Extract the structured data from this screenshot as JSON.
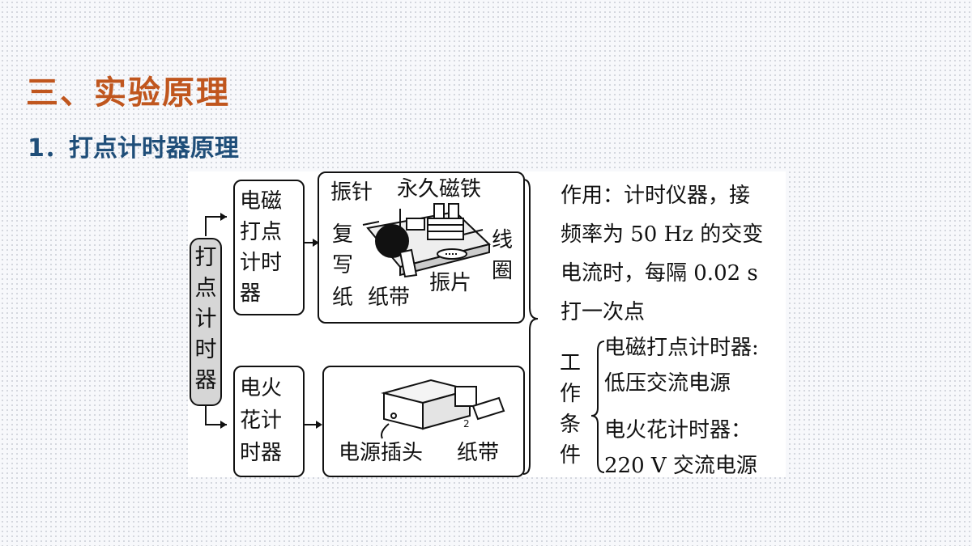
{
  "heading": "三、实验原理",
  "subheading": "1．打点计时器原理",
  "diagram": {
    "root": "打点计时器",
    "electromagnetic": {
      "name": "电磁打点计时器",
      "labels": {
        "needle": "振针",
        "magnet": "永久磁铁",
        "carbon1": "复",
        "carbon2": "写",
        "carbon3": "纸",
        "tape": "纸带",
        "reed": "振片",
        "coil": "线圈"
      }
    },
    "spark": {
      "name": "电火花计时器",
      "labels": {
        "plug": "电源插头",
        "tape": "纸带"
      }
    },
    "function": [
      "作用：计时仪器，接",
      "频率为 50 Hz 的交变",
      "电流时，每隔 0.02 s",
      "打一次点"
    ],
    "conditions": {
      "label": "工作条件",
      "items": [
        [
          "电磁打点计时器:",
          "低压交流电源"
        ],
        [
          "电火花计时器：",
          "220 V 交流电源"
        ]
      ]
    }
  }
}
